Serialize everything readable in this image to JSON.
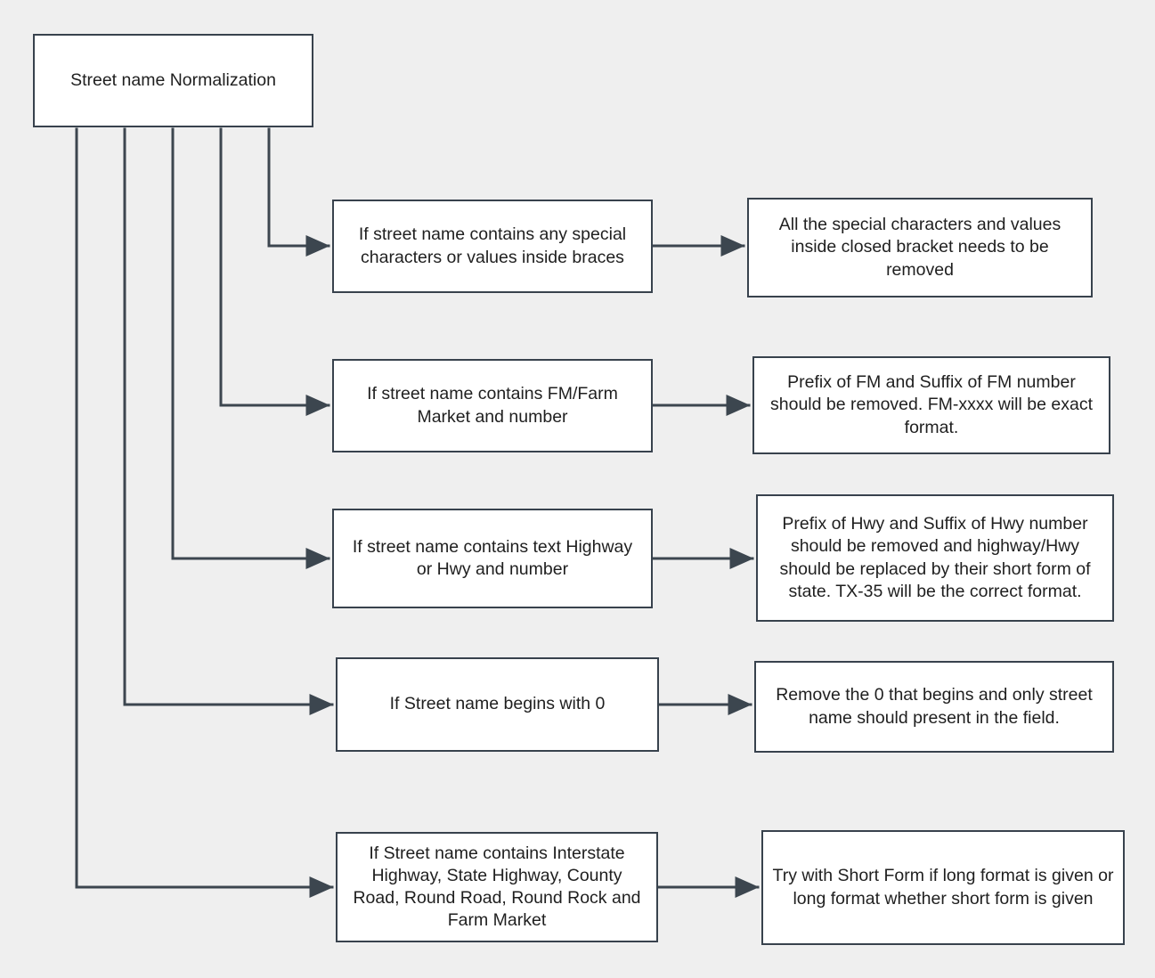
{
  "diagram": {
    "title": "Street name Normalization",
    "background_color": "#efefef",
    "node_fill": "#ffffff",
    "node_border_color": "#38424d",
    "connector_color": "#3c464f",
    "root": {
      "label": "Street name Normalization"
    },
    "rows": [
      {
        "condition": "If street name contains any special characters or values inside braces",
        "action": "All the special characters and values inside closed bracket needs to be removed"
      },
      {
        "condition": "If street name contains FM/Farm Market and number",
        "action": "Prefix of FM and Suffix of FM number should be removed. FM-xxxx will be exact format."
      },
      {
        "condition": "If street name contains text Highway or Hwy and number",
        "action": "Prefix of Hwy and Suffix of Hwy number should be removed and highway/Hwy should be replaced by their short form of state. TX-35 will be the correct format."
      },
      {
        "condition": "If Street name begins with 0",
        "action": "Remove the 0 that begins and only street name should present in the field."
      },
      {
        "condition": "If Street name contains Interstate Highway, State Highway, County Road, Round Road, Round Rock and Farm Market",
        "action": "Try with Short Form if long format is given or long format whether short form  is given"
      }
    ]
  }
}
